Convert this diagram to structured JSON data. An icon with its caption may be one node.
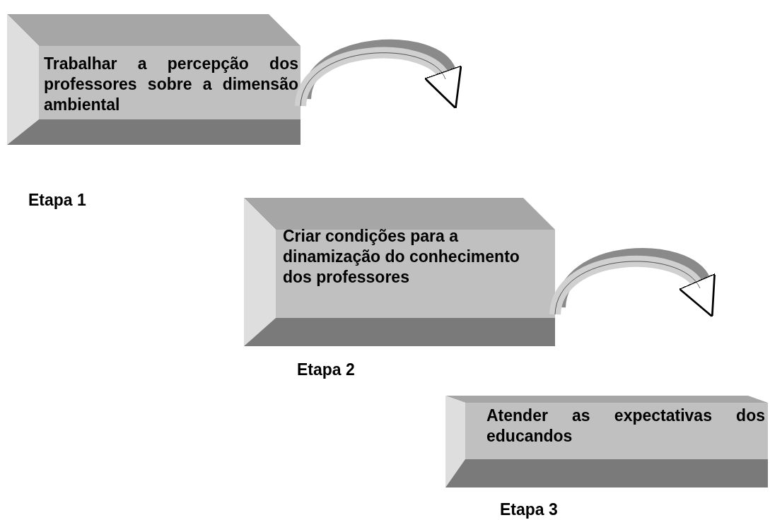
{
  "diagram": {
    "nodes": [
      {
        "text": [
          "Trabalhar a percepção dos professores sobre a dimensão ambiental"
        ],
        "beside": [
          "Etapa 1"
        ]
      },
      {
        "text": [
          "Criar condições para a dinamização do conhecimento dos professores"
        ],
        "beside": [
          "Etapa 2"
        ]
      },
      {
        "text": [
          "Atender as expectativas dos educandos"
        ],
        "beside": [
          "Etapa 3"
        ]
      }
    ],
    "edges": [
      {
        "from": 0,
        "to": null,
        "arrow": "to"
      },
      {
        "from": 1,
        "to": null,
        "arrow": "to"
      }
    ]
  }
}
